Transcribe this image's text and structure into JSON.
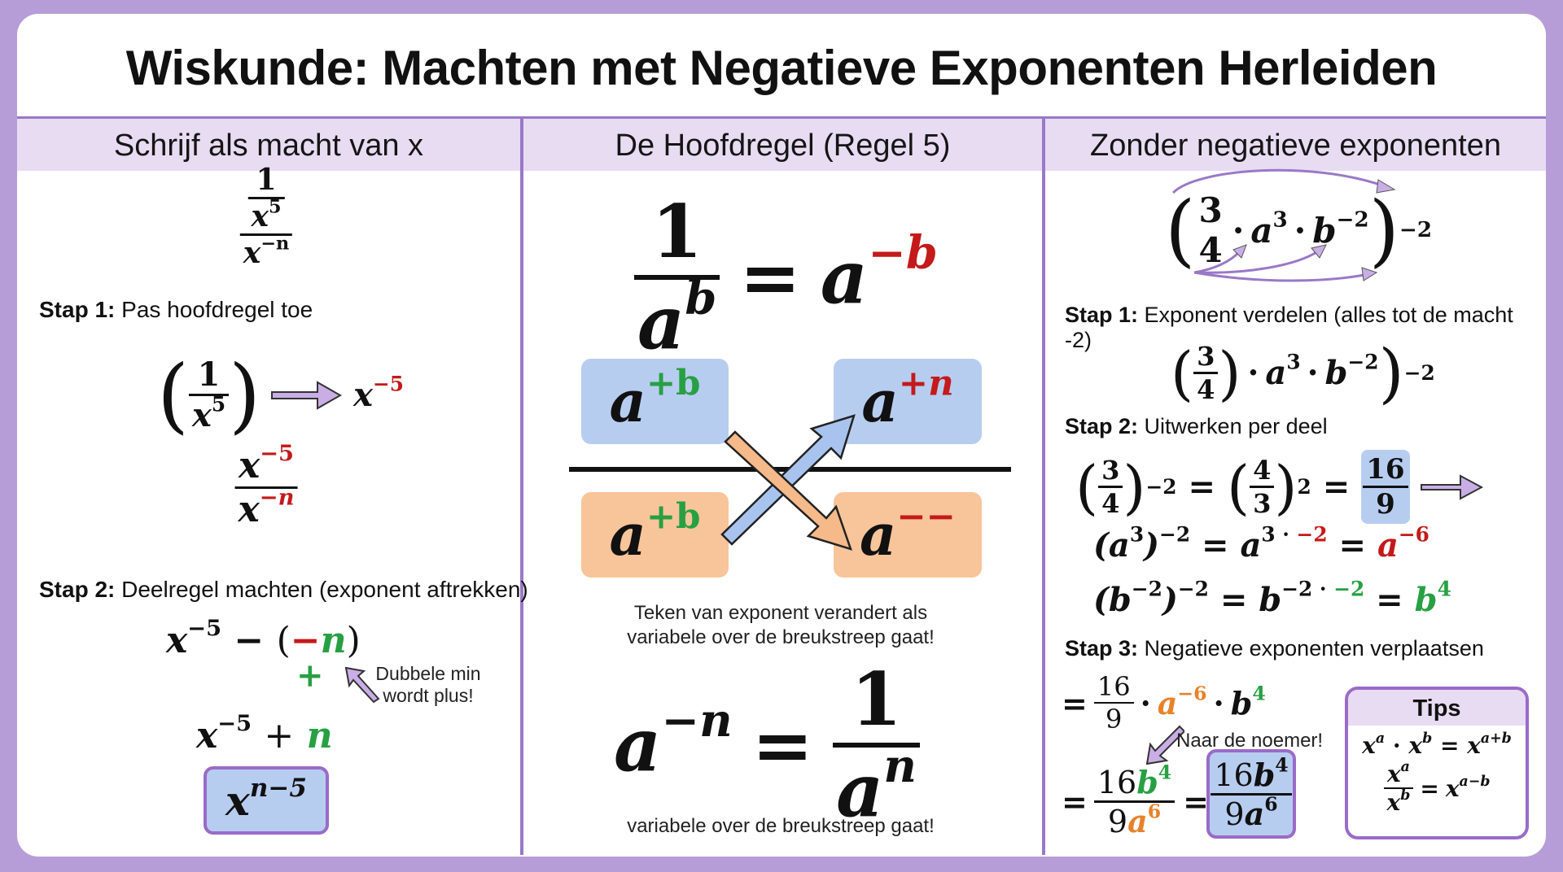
{
  "title": "Wiskunde: Machten met Negatieve Exponenten Herleiden",
  "colors": {
    "frame": "#b79dd8",
    "header_band": "#e8dcf3",
    "divider": "#9a78c8",
    "red": "#c41a1a",
    "green": "#27a043",
    "orange": "#e8822a",
    "blue_box": "#b7cdf0",
    "orange_box": "#f8c49a",
    "arrow": "#c9aee6"
  },
  "left": {
    "header": "Schrijf als macht van x",
    "problem": {
      "num": "1",
      "inner_base": "x",
      "inner_exp": "5",
      "den_base": "x",
      "den_exp": "−n"
    },
    "step1": {
      "label": "Stap 1:",
      "text": "Pas hoofdregel toe"
    },
    "step1_expr": {
      "open": "(",
      "num": "1",
      "den_base": "x",
      "den_exp": "5",
      "close": ")",
      "arrow_icon": "arrow-right",
      "result_base": "x",
      "result_exp": "−5"
    },
    "frac2": {
      "num_base": "x",
      "num_exp": "−5",
      "den_base": "x",
      "den_exp_sign": "−",
      "den_exp_var": "n"
    },
    "step2": {
      "label": "Stap 2:",
      "text": "Deelregel machten (exponent aftrekken)"
    },
    "sub_expr": {
      "base": "x",
      "exp": "−5",
      "minus": "−",
      "open": "(",
      "neg": "−",
      "var": "n",
      "close": ")"
    },
    "plus": "+",
    "note": [
      "Dubbele min",
      "wordt plus!"
    ],
    "sum_expr": {
      "base": "x",
      "exp": "−5",
      "op": "+",
      "var": "n"
    },
    "answer": {
      "base": "x",
      "exp": "n−5"
    }
  },
  "middle": {
    "header": "De Hoofdregel (Regel 5)",
    "rule1": {
      "num": "1",
      "den_base": "a",
      "den_exp": "b",
      "eq": "=",
      "base": "a",
      "exp": "−b"
    },
    "boxes": {
      "tl": {
        "base": "a",
        "exp": "+b"
      },
      "tr": {
        "base": "a",
        "exp": "+n"
      },
      "bl": {
        "base": "a",
        "exp": "+b"
      },
      "br": {
        "base": "a",
        "exp": "−−"
      }
    },
    "caption": [
      "Teken van exponent verandert als",
      "variabele over de breukstreep gaat!"
    ],
    "rule2": {
      "base": "a",
      "exp": "−n",
      "eq": "=",
      "num": "1",
      "den_base": "a",
      "den_exp": "n"
    },
    "caption2": "variabele over de breukstreep gaat!"
  },
  "right": {
    "header": "Zonder negatieve exponenten",
    "problem": {
      "open": "(",
      "num": "3",
      "den": "4",
      "dot": "·",
      "a": "a",
      "a_exp": "3",
      "b": "b",
      "b_exp": "−2",
      "close": ")",
      "outer_exp": "−2"
    },
    "step1": {
      "label": "Stap 1:",
      "text": "Exponent verdelen (alles tot de macht -2)"
    },
    "step1_expr": {
      "num": "3",
      "den": "4",
      "dot": "·",
      "a": "a",
      "a_exp": "3",
      "b": "b",
      "b_exp": "−2",
      "close": ")",
      "outer_exp": "−2"
    },
    "step2": {
      "label": "Stap 2:",
      "text": "Uitwerken per deel"
    },
    "row1": {
      "num": "3",
      "den": "4",
      "exp": "−2",
      "eq": "=",
      "num2": "4",
      "den2": "3",
      "exp2": "2",
      "res_num": "16",
      "res_den": "9"
    },
    "row2": {
      "lhs": "(a",
      "lhs_exp": "3",
      "rp": ")",
      "outer": "−2",
      "eq": "=",
      "base": "a",
      "exp1": "3 · ",
      "exp2": "−2",
      "res_base": "a",
      "res_exp": "−6"
    },
    "row3": {
      "lhs": "(b",
      "lhs_exp": "−2",
      "rp": ")",
      "outer": "−2",
      "eq": "=",
      "base": "b",
      "exp1": "−2 · ",
      "exp2": "−2",
      "res_base": "b",
      "res_exp": "4"
    },
    "step3": {
      "label": "Stap 3:",
      "text": "Negatieve exponenten verplaatsen"
    },
    "s3_expr": {
      "eq": "=",
      "num": "16",
      "den": "9",
      "dot": "·",
      "a": "a",
      "a_exp": "−6",
      "b": "b",
      "b_exp": "4"
    },
    "s3_note": "Naar de noemer!",
    "final": {
      "eq": "=",
      "num_c": "16",
      "num_b": "b",
      "num_exp": "4",
      "den_c": "9",
      "den_a": "a",
      "den_exp": "6"
    },
    "tips": {
      "title": "Tips",
      "rule1": {
        "x": "x",
        "a": "a",
        "dot": "·",
        "b": "b",
        "eq": "=",
        "sum": "a+b"
      },
      "rule2": {
        "x": "x",
        "a": "a",
        "b": "b",
        "eq": "=",
        "diff": "a−b"
      }
    }
  }
}
